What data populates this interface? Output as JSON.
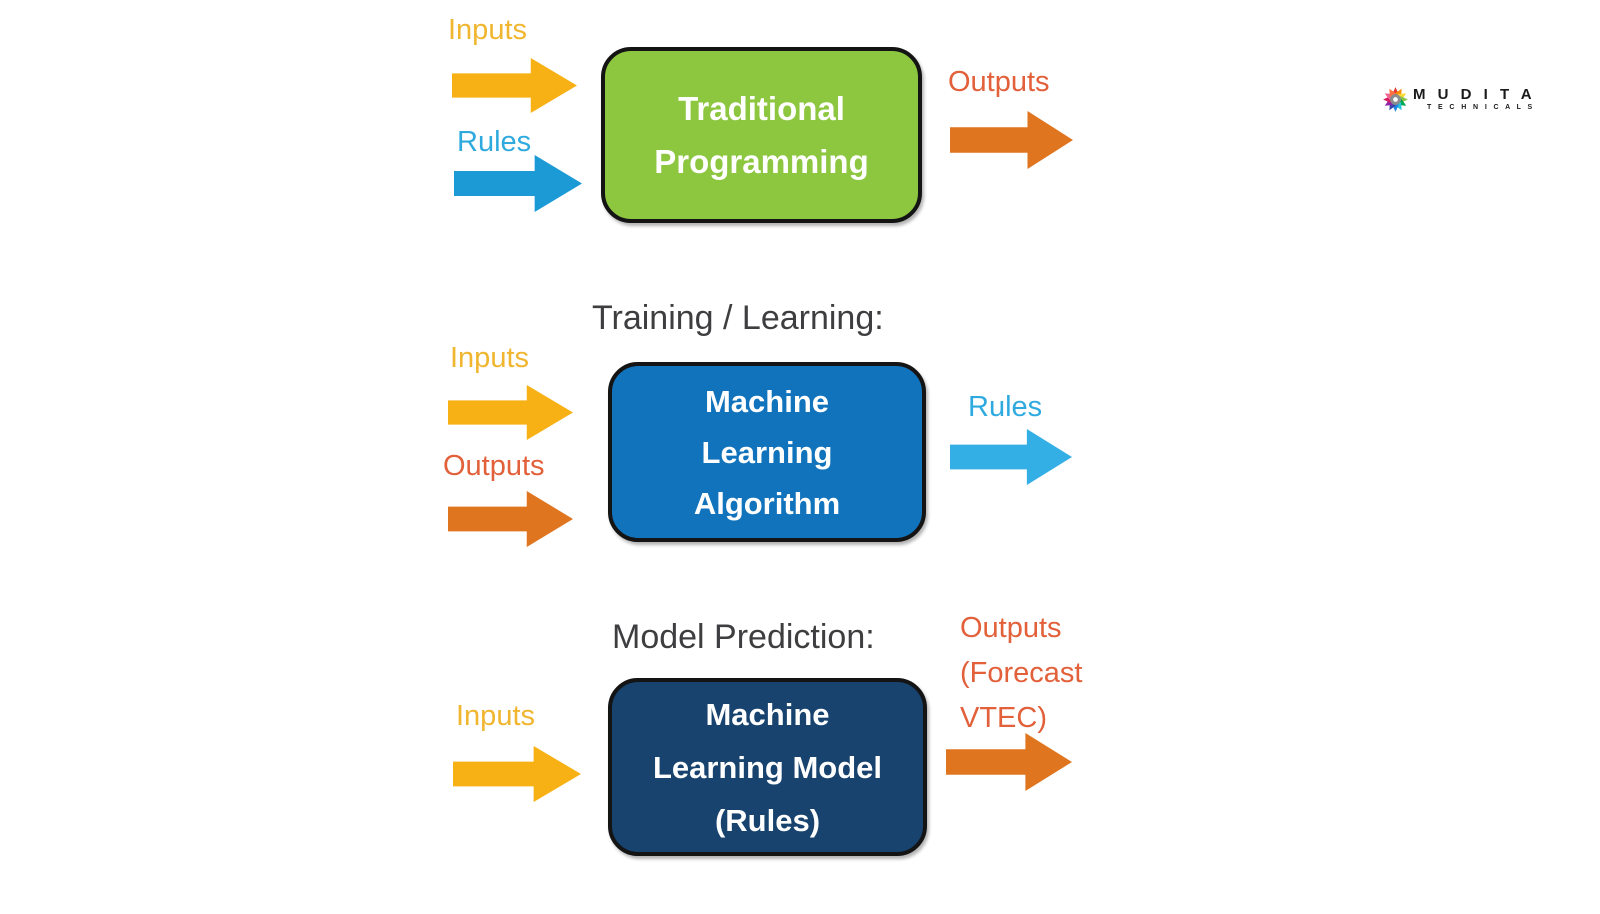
{
  "diagram": {
    "row1": {
      "inputs_label": "Inputs",
      "rules_label": "Rules",
      "box_line1": "Traditional",
      "box_line2": "Programming",
      "outputs_label": "Outputs"
    },
    "row2": {
      "heading": "Training / Learning:",
      "inputs_label": "Inputs",
      "outputs_label": "Outputs",
      "box_line1": "Machine",
      "box_line2": "Learning",
      "box_line3": "Algorithm",
      "rules_label": "Rules"
    },
    "row3": {
      "heading": "Model Prediction:",
      "inputs_label": "Inputs",
      "box_line1": "Machine",
      "box_line2": "Learning Model",
      "box_line3": "(Rules)",
      "outputs_line1": "Outputs",
      "outputs_line2": "(Forecast",
      "outputs_line3": "VTEC)"
    }
  },
  "logo": {
    "brand": "M U D I T A",
    "tagline": "T E C H N I C A L S"
  },
  "colors": {
    "inputs_yellow_text": "#F0B62F",
    "inputs_yellow_arrow": "#F7B115",
    "rules_blue_text": "#2FAADF",
    "rules_blue_arrow": "#1C9AD6",
    "rules_cyan_arrow": "#33AFE6",
    "outputs_orange_text": "#E2603A",
    "outputs_orange_arrow": "#E0751F",
    "traditional_programming_green": "#8DC63F",
    "ml_algorithm_blue": "#1173BC",
    "ml_model_navy": "#17436E",
    "heading_gray": "#3E3E40",
    "box_border_black": "#141414",
    "box_text_white": "#FFFFFF"
  }
}
